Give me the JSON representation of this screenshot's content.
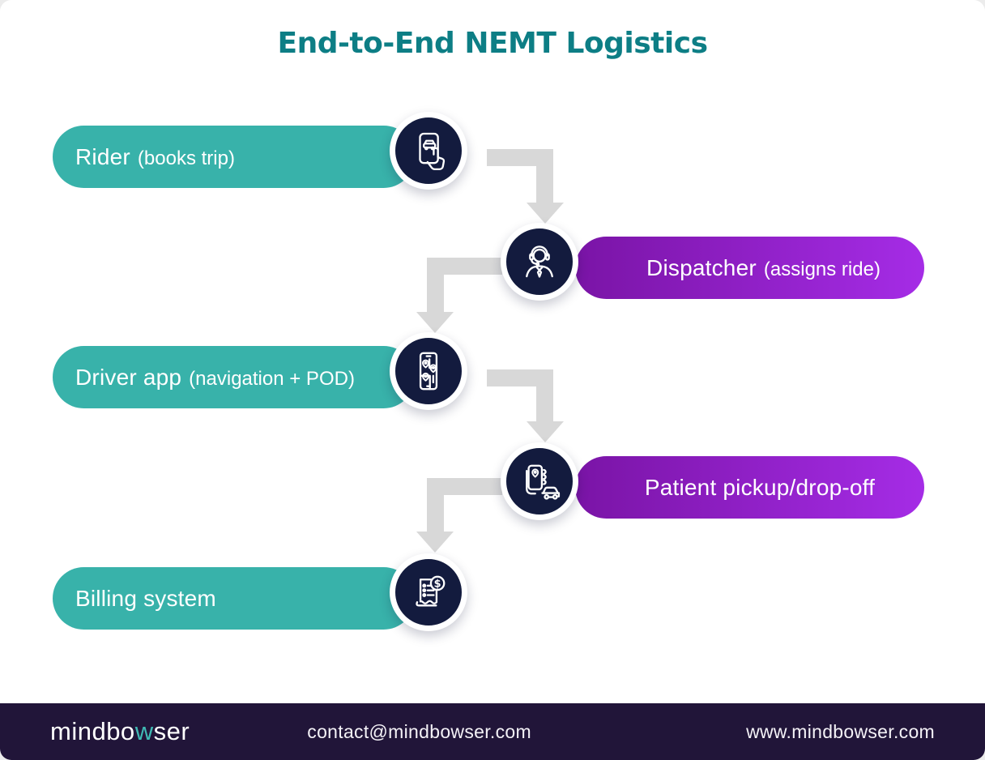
{
  "title": "End-to-End NEMT Logistics",
  "steps": [
    {
      "label": "Rider",
      "sub": "(books trip)",
      "icon": "booking-phone",
      "variant": "teal",
      "side": "left"
    },
    {
      "label": "Dispatcher",
      "sub": "(assigns ride)",
      "icon": "headset-agent",
      "variant": "purple",
      "side": "right"
    },
    {
      "label": "Driver app",
      "sub": "(navigation + POD)",
      "icon": "map-phone",
      "variant": "teal",
      "side": "left"
    },
    {
      "label": "Patient pickup/drop-off",
      "sub": "",
      "icon": "hand-phone-car",
      "variant": "purple",
      "side": "right"
    },
    {
      "label": "Billing system",
      "sub": "",
      "icon": "billing-invoice",
      "variant": "teal",
      "side": "left"
    }
  ],
  "footer": {
    "logo": {
      "pre": "mindbo",
      "accent": "w",
      "post": "ser"
    },
    "email": "contact@mindbowser.com",
    "website": "www.mindbowser.com"
  },
  "colors": {
    "teal": "#38b2aa",
    "title_teal": "#0d7e85",
    "purple_start": "#7a14a6",
    "purple_end": "#a52ce6",
    "navy": "#131b3e",
    "arrow_gray": "#d8d8d8",
    "footer_bg": "#211539",
    "logo_accent": "#3fb9b4"
  }
}
